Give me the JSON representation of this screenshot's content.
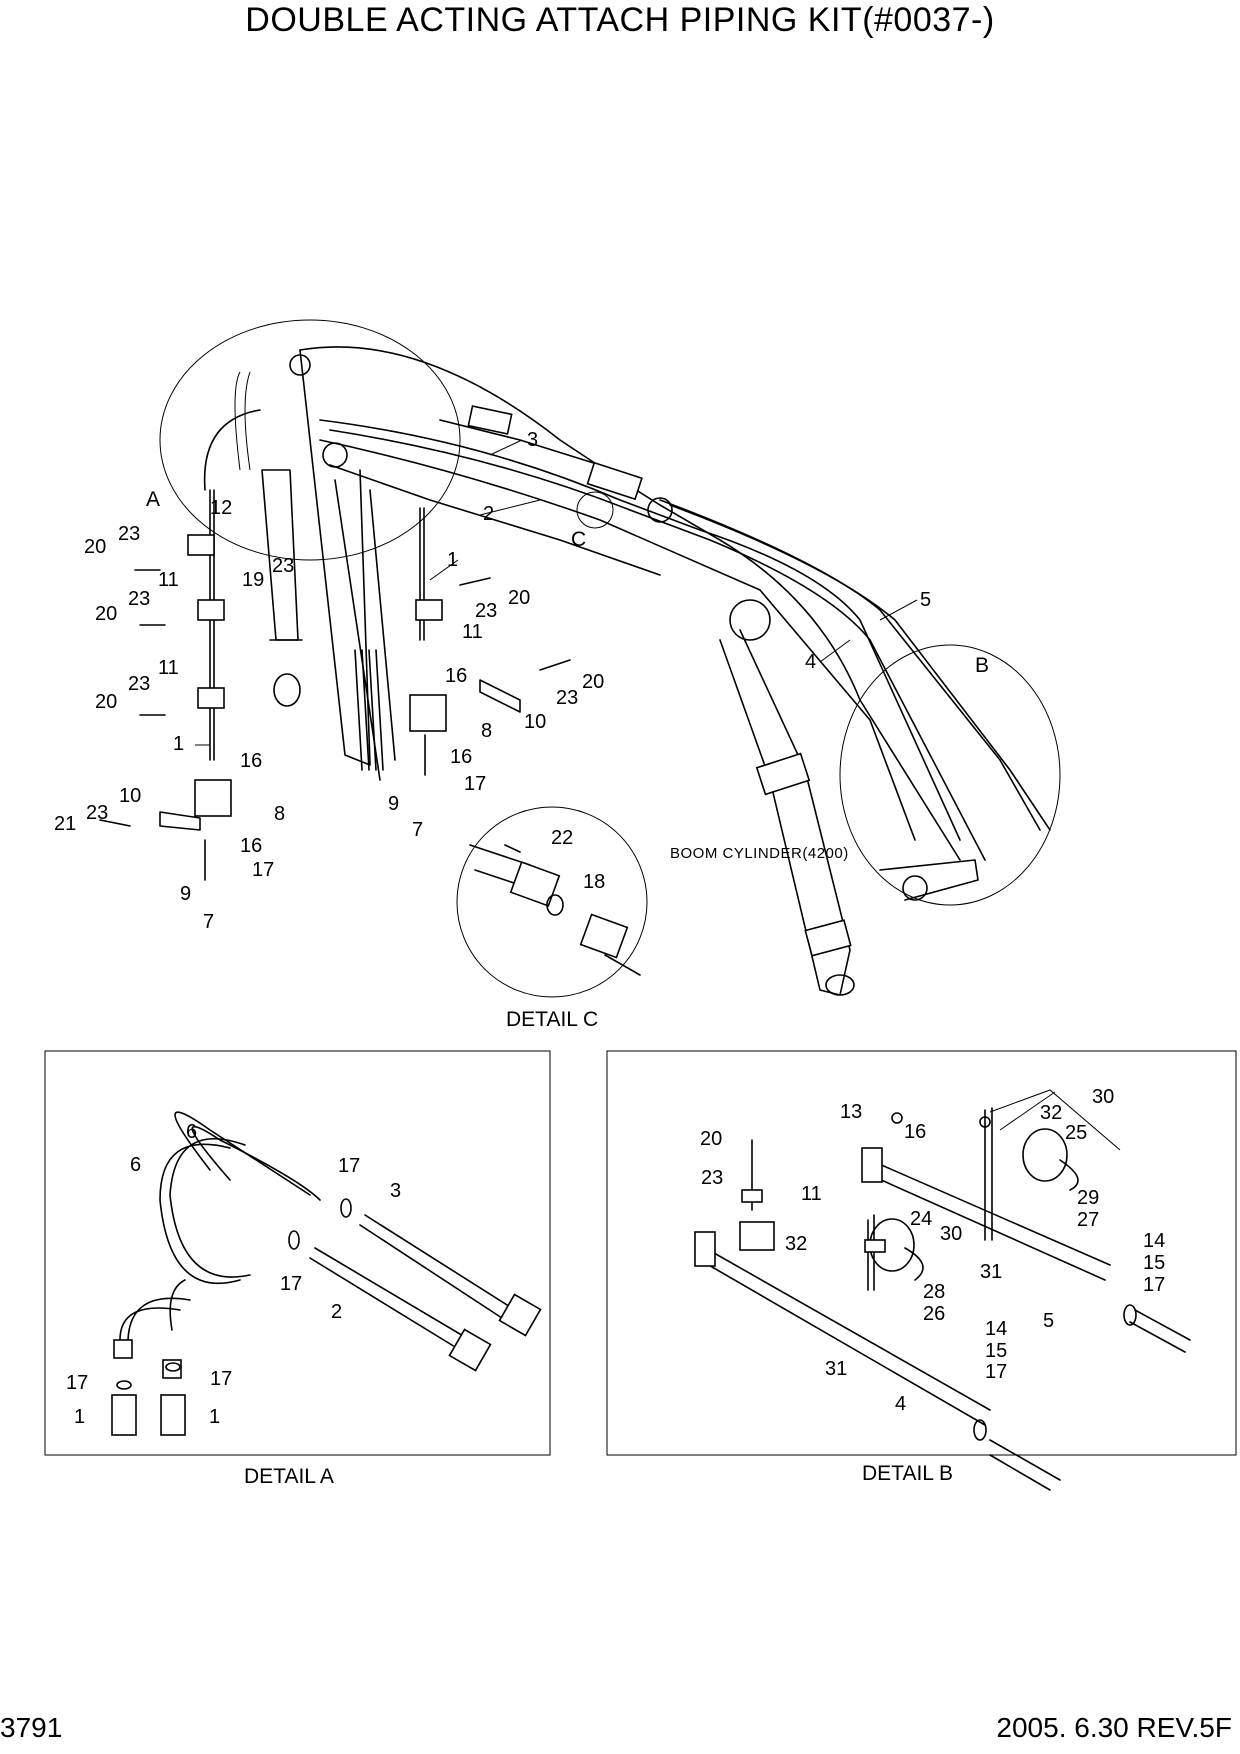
{
  "title": "DOUBLE ACTING ATTACH PIPING KIT(#0037-)",
  "page_number": "3791",
  "revision": "2005. 6.30  REV.5F",
  "annotations": {
    "boom_cylinder": "BOOM CYLINDER(4200)",
    "detail_a": "DETAIL A",
    "detail_b": "DETAIL B",
    "detail_c": "DETAIL C",
    "ref_a": "A",
    "ref_b": "B",
    "ref_c": "C"
  },
  "part_labels": [
    "1",
    "2",
    "3",
    "4",
    "5",
    "6",
    "7",
    "8",
    "9",
    "10",
    "11",
    "12",
    "13",
    "14",
    "15",
    "16",
    "17",
    "18",
    "19",
    "20",
    "21",
    "22",
    "23",
    "24",
    "25",
    "26",
    "27",
    "28",
    "29",
    "30",
    "31",
    "32"
  ]
}
